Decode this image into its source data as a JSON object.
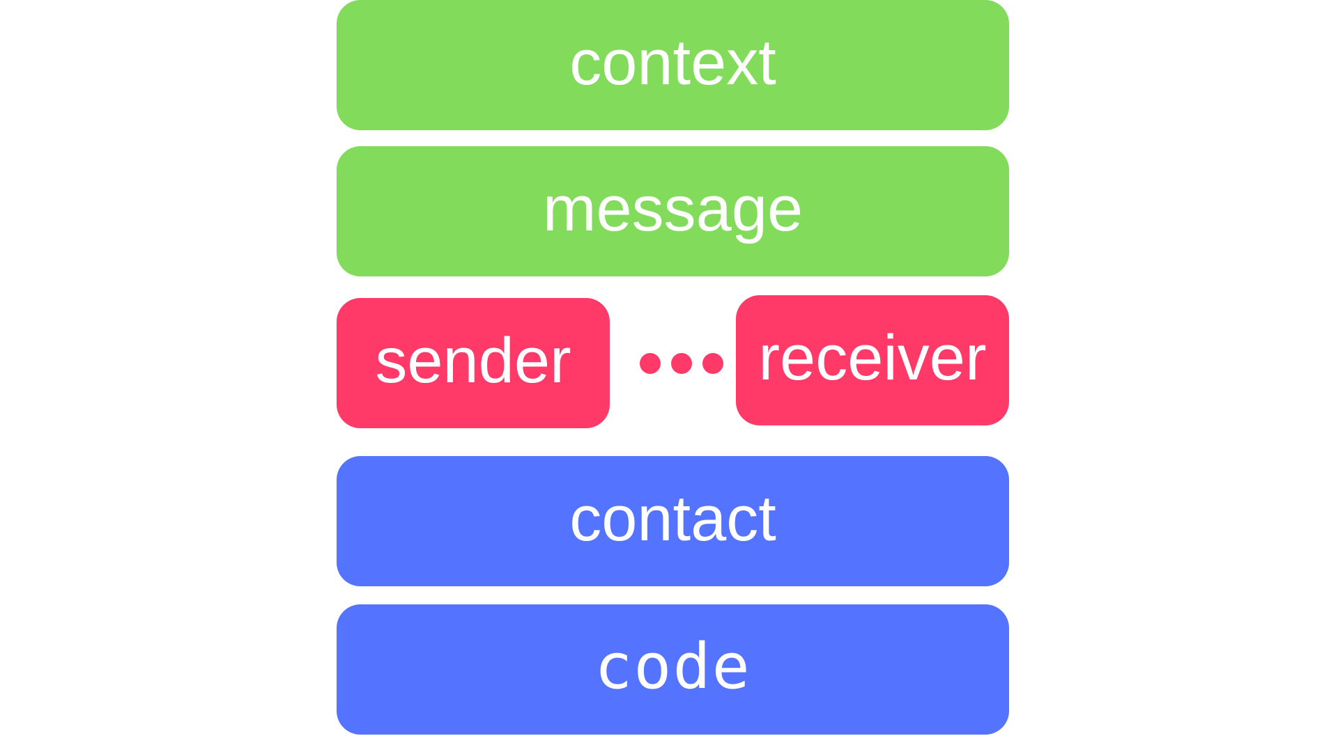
{
  "colors": {
    "green": "#82DB5B",
    "red": "#FF3A69",
    "blue": "#5473FF",
    "text": "#FFFFFF"
  },
  "blocks": {
    "context": "context",
    "message": "message",
    "sender": "sender",
    "receiver": "receiver",
    "contact": "contact",
    "code": "code"
  },
  "connector": {
    "icon": "ellipsis-dots",
    "dot_count": 3
  }
}
